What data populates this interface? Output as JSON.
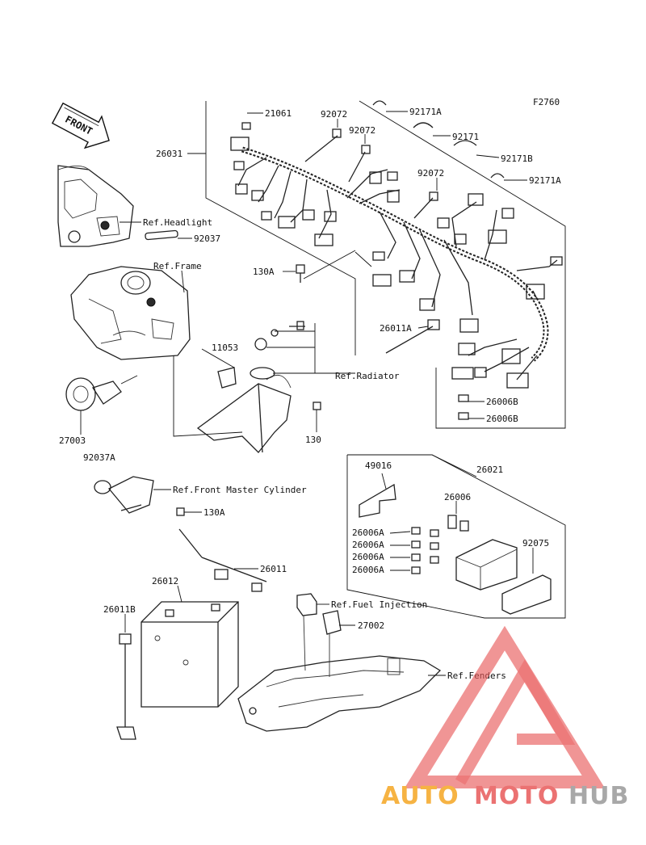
{
  "figure_code": "F2760",
  "front_arrow": "FRONT",
  "labels": {
    "p21061": "21061",
    "p92072a": "92072",
    "p92072b": "92072",
    "p92072c": "92072",
    "p92171A_1": "92171A",
    "p92171": "92171",
    "p92171B": "92171B",
    "p92171A_2": "92171A",
    "p26031": "26031",
    "ref_headlight": "Ref.Headlight",
    "p92037": "92037",
    "ref_frame": "Ref.Frame",
    "p130A_1": "130A",
    "p26011A": "26011A",
    "p11053": "11053",
    "ref_radiator": "Ref.Radiator",
    "p26006B_1": "26006B",
    "p26006B_2": "26006B",
    "p27003": "27003",
    "p130": "130",
    "p92037A": "92037A",
    "p49016": "49016",
    "p26021": "26021",
    "ref_front_master": "Ref.Front Master Cylinder",
    "p130A_2": "130A",
    "p26006": "26006",
    "p26006A_1": "26006A",
    "p26006A_2": "26006A",
    "p26006A_3": "26006A",
    "p26006A_4": "26006A",
    "p92075": "92075",
    "p26011": "26011",
    "p26012": "26012",
    "p26011B": "26011B",
    "ref_fuel_injection": "Ref.Fuel Injection",
    "p27002": "27002",
    "ref_fenders": "Ref.Fenders"
  },
  "watermark": {
    "part1": "AUTO",
    "part2": "MOTO",
    "part3": "HUB",
    "color_orange": "#f5a623",
    "color_red": "#e85a5a",
    "color_grey": "#9a9a9a"
  }
}
